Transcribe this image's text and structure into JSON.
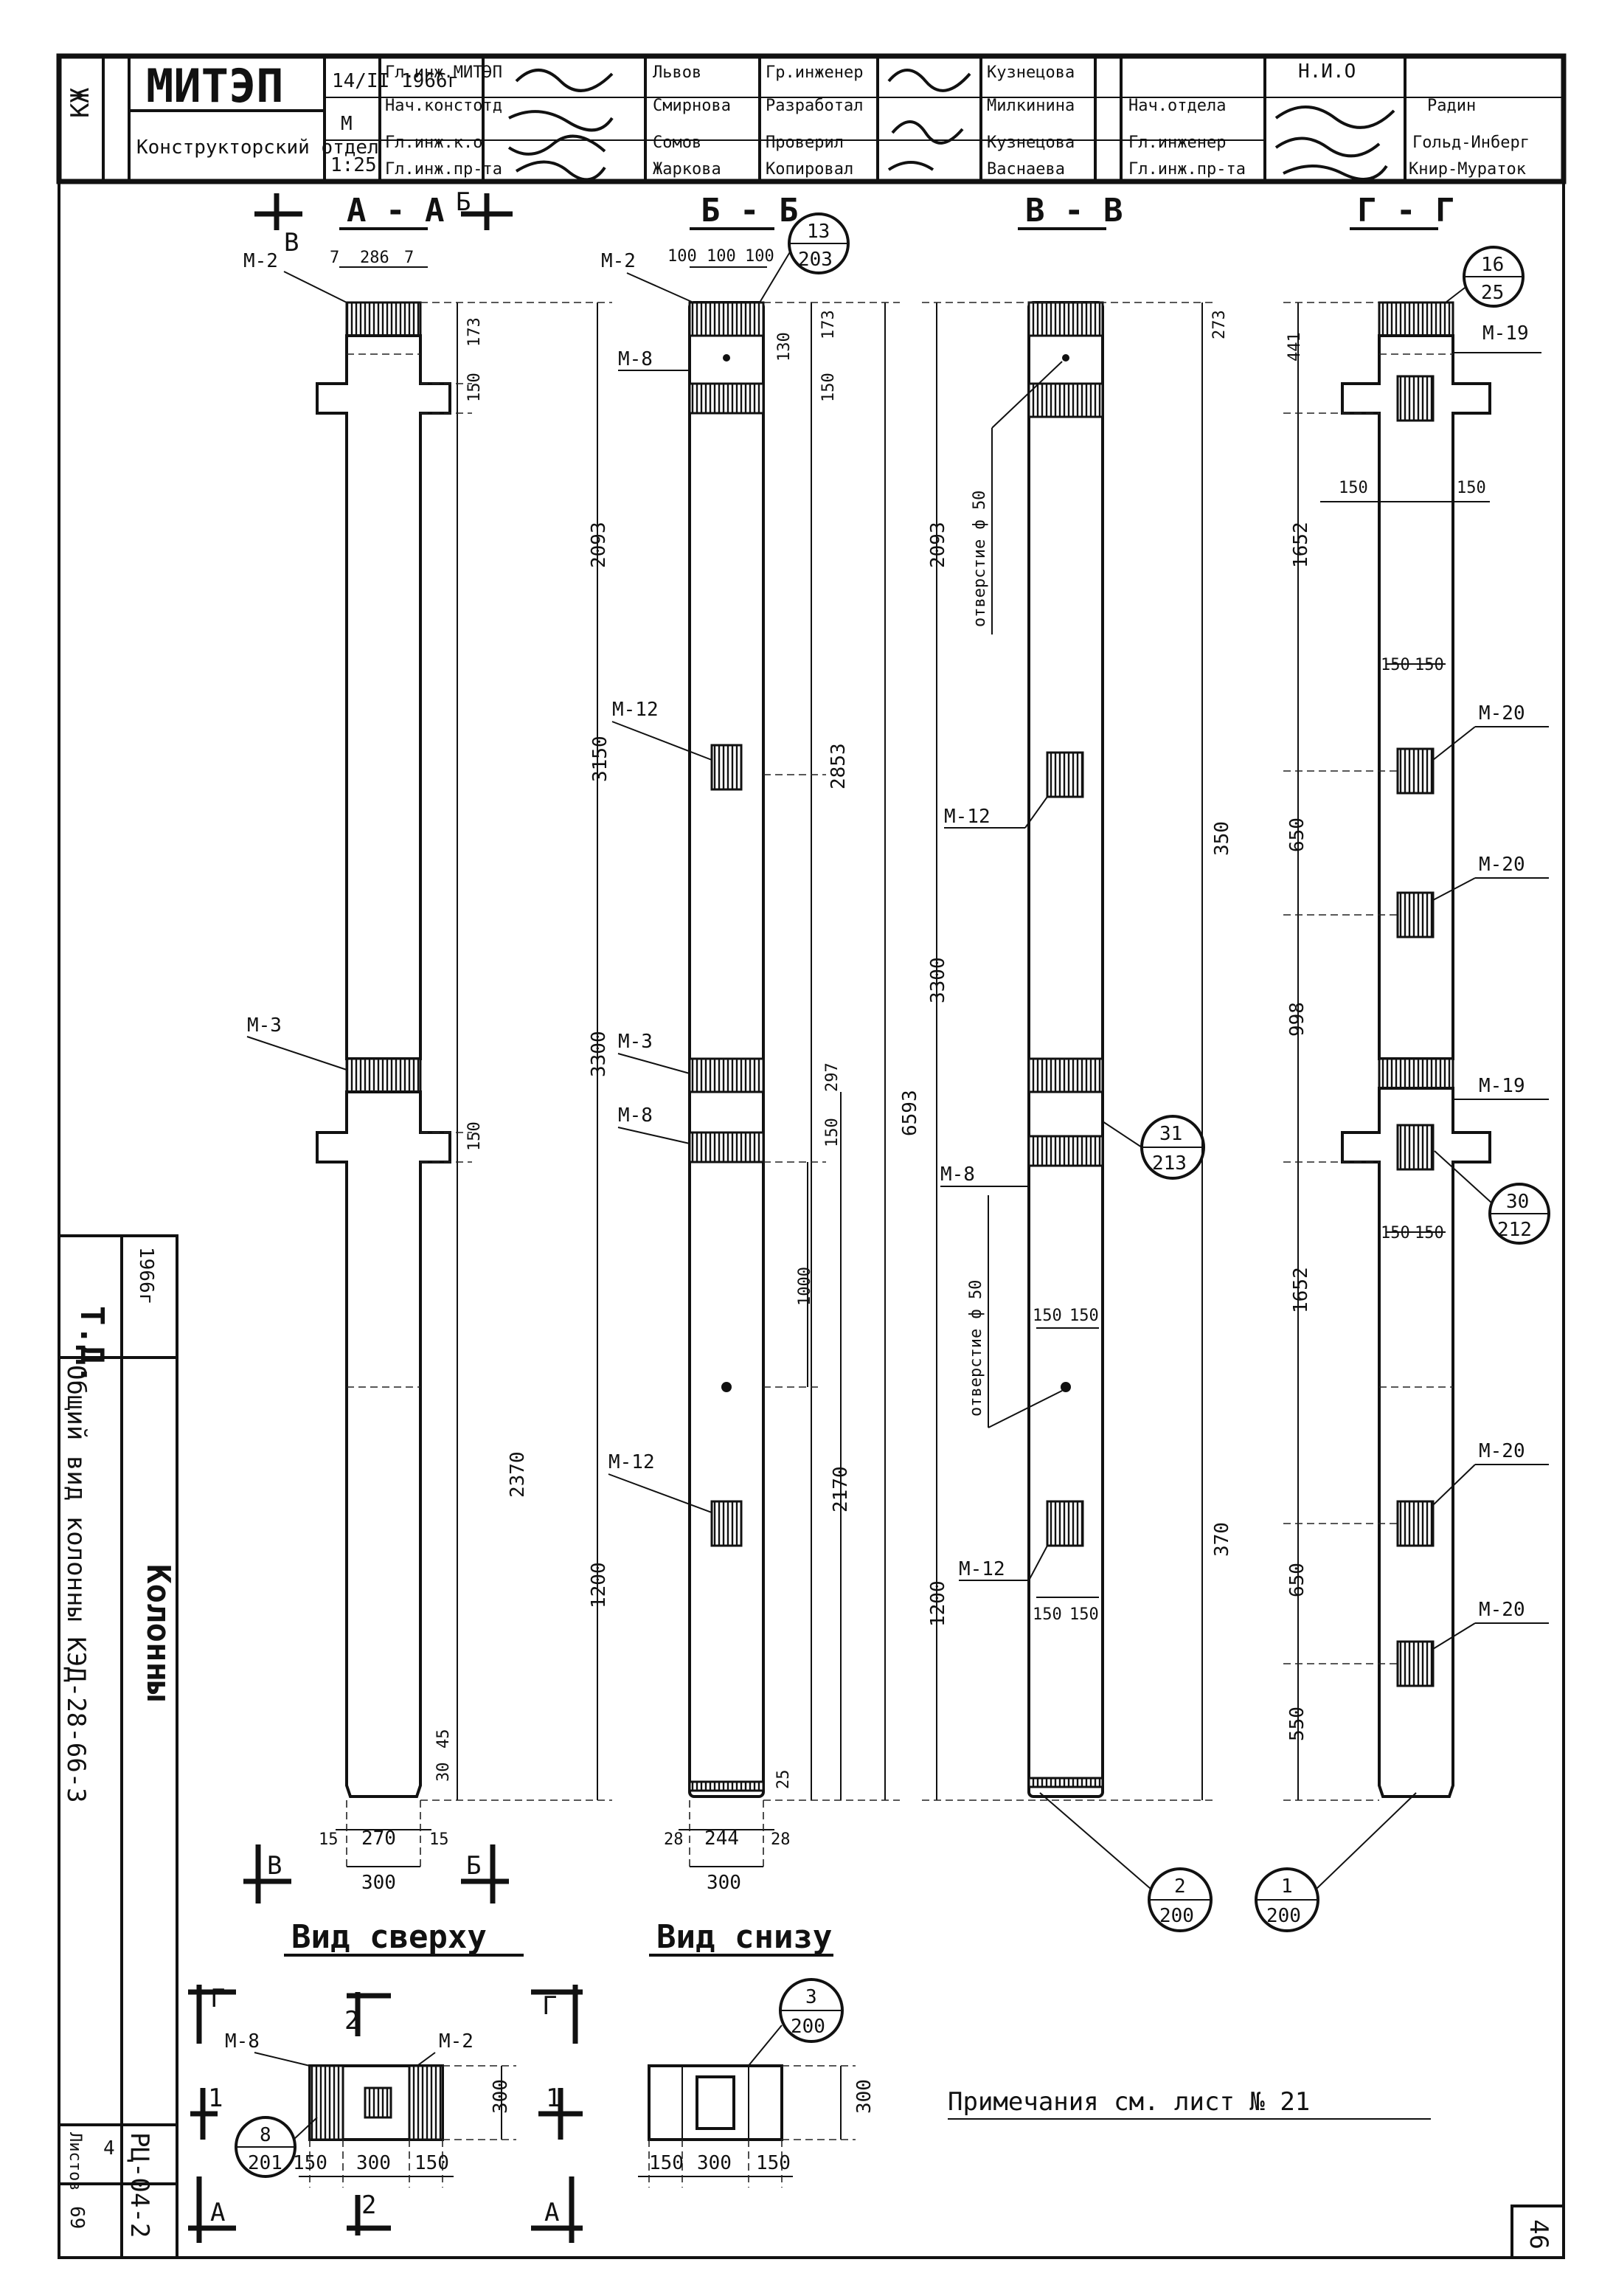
{
  "stamp": {
    "org": "МИТЭП",
    "dept": "Конструкторский отдел",
    "date": "14/II 1966г",
    "scale_label": "М",
    "scale": "1:25",
    "roles": [
      "Гл.инж.МИТЭП",
      "Нач.констотд",
      "Гл.инж.к.о",
      "Гл.инж.пр-та"
    ],
    "names1": [
      "Львов",
      "Смирнова",
      "Сомов",
      "Жаркова"
    ],
    "roles2": [
      "Гр.инженер",
      "Разработал",
      "Проверил",
      "Копировал"
    ],
    "names2": [
      "Кузнецова",
      "Милкинина",
      "Кузнецова",
      "Васнаева"
    ],
    "roles3": [
      "Нач.отдела",
      "Гл.инженер",
      "Гл.инж.пр-та"
    ],
    "nio": "Н.И.О",
    "names3": [
      "Радин",
      "Гольд-Инберг",
      "Книр-Мураток"
    ],
    "sheet_code": "КЖ"
  },
  "side": {
    "type": "Т.Д.",
    "year": "1966г",
    "subtitle": "Общий вид колонны КЭД-28-66-3",
    "title": "Колонны",
    "album": "РЦ-04-2",
    "sheet_label": "Листов",
    "sheet_count": "4",
    "page": "69"
  },
  "sections": {
    "aa": {
      "title": "А - А",
      "markers": [
        "В",
        "Б",
        "В",
        "Б"
      ],
      "top_dims": [
        "7",
        "286",
        "7"
      ],
      "dims": [
        "173",
        "150",
        "3150",
        "150",
        "2370",
        "30",
        "45"
      ],
      "width_dims": [
        "15",
        "270",
        "15",
        "300"
      ],
      "labels": [
        "М-2",
        "М-3"
      ]
    },
    "bb": {
      "title": "Б - Б",
      "top_dims": [
        "100",
        "100",
        "100"
      ],
      "callout": [
        "13",
        "203"
      ],
      "dims": [
        "173",
        "130",
        "150",
        "2093",
        "2853",
        "3300",
        "297",
        "150",
        "6593",
        "1000",
        "2170",
        "1200",
        "25"
      ],
      "width_dims": [
        "28",
        "244",
        "28",
        "300"
      ],
      "labels": [
        "М-2",
        "М-8",
        "М-12",
        "М-3",
        "М-8",
        "М-12"
      ]
    },
    "vv": {
      "title": "В - В",
      "dims": [
        "273",
        "2093",
        "3300",
        "350",
        "370",
        "1200"
      ],
      "hole_labels": [
        "отверстие ф 50",
        "отверстие ф 50"
      ],
      "hole_dims": [
        "150",
        "150",
        "150",
        "150"
      ],
      "callouts": [
        [
          "31",
          "213"
        ],
        [
          "2",
          "200"
        ]
      ],
      "labels": [
        "М-12",
        "М-8",
        "М-12"
      ]
    },
    "gg": {
      "title": "Г - Г",
      "callouts": [
        [
          "16",
          "25"
        ],
        [
          "30",
          "212"
        ],
        [
          "1",
          "200"
        ]
      ],
      "dims": [
        "441",
        "1652",
        "650",
        "998",
        "1652",
        "650",
        "550"
      ],
      "side_dims": [
        "150",
        "150",
        "150",
        "150",
        "150",
        "150"
      ],
      "labels": [
        "М-19",
        "М-20",
        "М-20",
        "М-19",
        "М-20",
        "М-20"
      ]
    }
  },
  "views": {
    "top": {
      "title": "Вид сверху",
      "markers": [
        "Г",
        "2",
        "Г",
        "1",
        "1",
        "2",
        "А",
        "А"
      ],
      "labels": [
        "М-8",
        "М-2"
      ],
      "dims": [
        "150",
        "300",
        "150",
        "300"
      ],
      "callout": [
        "8",
        "201"
      ]
    },
    "bottom": {
      "title": "Вид снизу",
      "dims": [
        "150",
        "300",
        "150",
        "300"
      ],
      "callout": [
        "3",
        "200"
      ]
    }
  },
  "note": "Примечания см. лист № 21",
  "page_no": "46"
}
